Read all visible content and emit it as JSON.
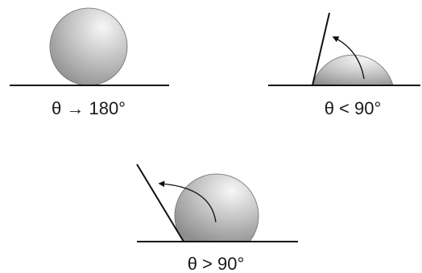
{
  "panels": [
    {
      "id": "superhydrophobic",
      "caption": "θ → 180°"
    },
    {
      "id": "hydrophilic",
      "caption": "θ < 90°"
    },
    {
      "id": "hydrophobic",
      "caption": "θ > 90°"
    }
  ],
  "colors": {
    "line": "#111111",
    "droplet_highlight": "#f7f7f7",
    "droplet_mid": "#bdbdbd",
    "droplet_shadow": "#8e8e8e",
    "droplet_edge": "#6e6e6e"
  }
}
